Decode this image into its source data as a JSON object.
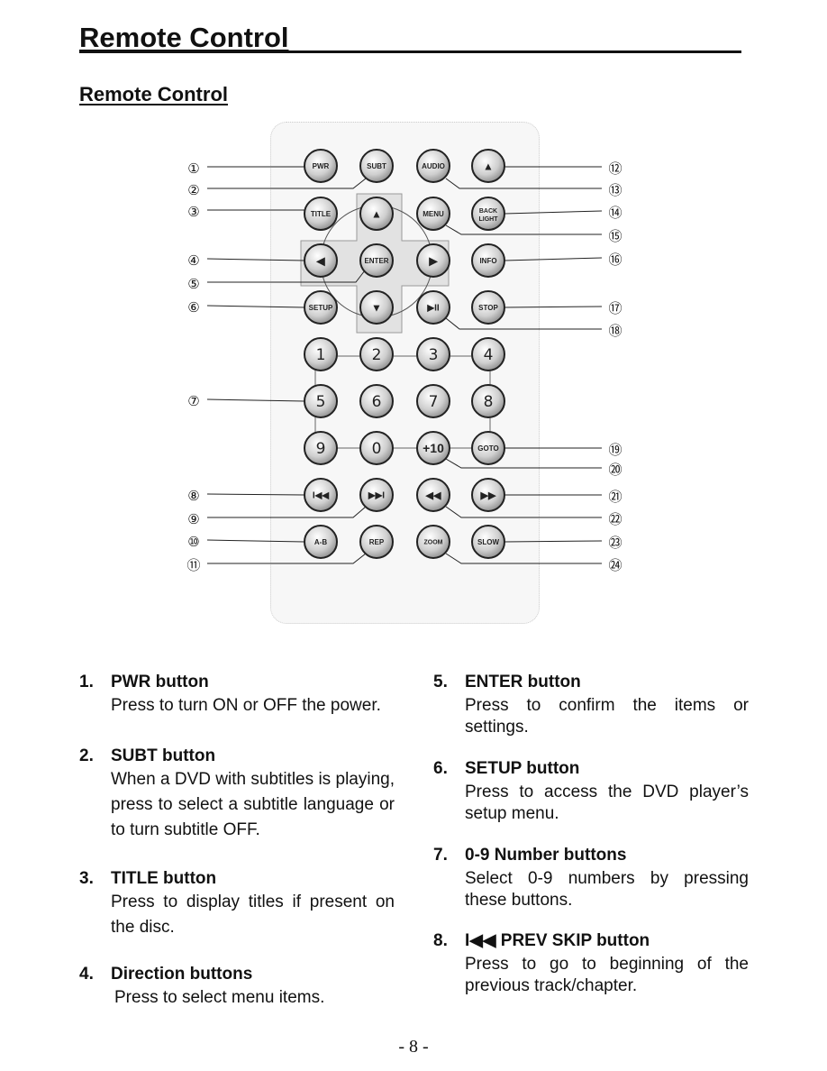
{
  "page": {
    "title": "Remote Control",
    "section_title": "Remote Control",
    "page_number": "- 8 -"
  },
  "remote": {
    "buttons": [
      {
        "id": "pwr",
        "label": "PWR"
      },
      {
        "id": "subt",
        "label": "SUBT"
      },
      {
        "id": "audio",
        "label": "AUDIO"
      },
      {
        "id": "eject",
        "label": "▲"
      },
      {
        "id": "title",
        "label": "TITLE"
      },
      {
        "id": "up",
        "label": "▲"
      },
      {
        "id": "menu",
        "label": "MENU"
      },
      {
        "id": "backlight1",
        "label": "BACK"
      },
      {
        "id": "backlight2",
        "label": "LIGHT"
      },
      {
        "id": "left",
        "label": "◀"
      },
      {
        "id": "enter",
        "label": "ENTER"
      },
      {
        "id": "right",
        "label": "▶"
      },
      {
        "id": "info",
        "label": "INFO"
      },
      {
        "id": "setup",
        "label": "SETUP"
      },
      {
        "id": "down",
        "label": "▼"
      },
      {
        "id": "playpause",
        "label": "▶II"
      },
      {
        "id": "stop",
        "label": "STOP"
      },
      {
        "id": "n1",
        "label": "1"
      },
      {
        "id": "n2",
        "label": "2"
      },
      {
        "id": "n3",
        "label": "3"
      },
      {
        "id": "n4",
        "label": "4"
      },
      {
        "id": "n5",
        "label": "5"
      },
      {
        "id": "n6",
        "label": "6"
      },
      {
        "id": "n7",
        "label": "7"
      },
      {
        "id": "n8",
        "label": "8"
      },
      {
        "id": "n9",
        "label": "9"
      },
      {
        "id": "n0",
        "label": "0"
      },
      {
        "id": "plus10",
        "label": "+10"
      },
      {
        "id": "goto",
        "label": "GOTO"
      },
      {
        "id": "prev",
        "label": "I◀◀"
      },
      {
        "id": "next",
        "label": "▶▶I"
      },
      {
        "id": "rew",
        "label": "◀◀"
      },
      {
        "id": "ff",
        "label": "▶▶"
      },
      {
        "id": "ab",
        "label": "A-B"
      },
      {
        "id": "rep",
        "label": "REP"
      },
      {
        "id": "zoom",
        "label": "ZOOM"
      },
      {
        "id": "slow",
        "label": "SLOW"
      }
    ],
    "callouts": [
      "①",
      "②",
      "③",
      "④",
      "⑤",
      "⑥",
      "⑦",
      "⑧",
      "⑨",
      "⑩",
      "⑪",
      "⑫",
      "⑬",
      "⑭",
      "⑮",
      "⑯",
      "⑰",
      "⑱",
      "⑲",
      "⑳",
      "㉑",
      "㉒",
      "㉓",
      "㉔"
    ]
  },
  "items": [
    {
      "num": "1.",
      "head": "PWR button",
      "desc": "Press to turn ON or OFF the power."
    },
    {
      "num": "2.",
      "head": "SUBT button",
      "desc": "When a DVD with subtitles is playing, press to select a subtitle language or to turn subtitle OFF."
    },
    {
      "num": "3.",
      "head": "TITLE button",
      "desc": "Press to display titles if present on the disc."
    },
    {
      "num": "4.",
      "head": "Direction buttons",
      "desc": "Press to select menu items."
    },
    {
      "num": "5.",
      "head": "ENTER button",
      "desc": "Press to confirm the items or settings."
    },
    {
      "num": "6.",
      "head": "SETUP button",
      "desc": "Press to access the DVD player’s setup menu."
    },
    {
      "num": "7.",
      "head": "0-9 Number buttons",
      "desc": "Select 0-9 numbers by pressing these buttons."
    },
    {
      "num": "8.",
      "head": "I◀◀ PREV SKIP button",
      "desc": "Press to go to beginning of the previous track/chapter."
    }
  ]
}
